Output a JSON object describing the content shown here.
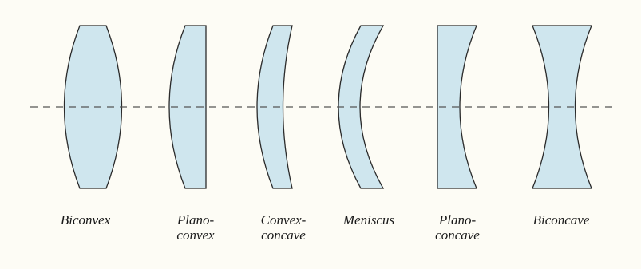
{
  "lenses": [
    {
      "id": "biconvex",
      "label_line1": "Biconvex",
      "label_line2": ""
    },
    {
      "id": "plano-convex",
      "label_line1": "Plano-",
      "label_line2": "convex"
    },
    {
      "id": "convex-concave",
      "label_line1": "Convex-",
      "label_line2": "concave"
    },
    {
      "id": "meniscus",
      "label_line1": "Meniscus",
      "label_line2": ""
    },
    {
      "id": "plano-concave",
      "label_line1": "Plano-",
      "label_line2": "concave"
    },
    {
      "id": "biconcave",
      "label_line1": "Biconcave",
      "label_line2": ""
    }
  ],
  "colors": {
    "background": "#fdfcf5",
    "lens_fill": "#cfe6ee",
    "lens_stroke": "#2b2b2b",
    "axis": "#555555",
    "text": "#1a1a1a"
  }
}
